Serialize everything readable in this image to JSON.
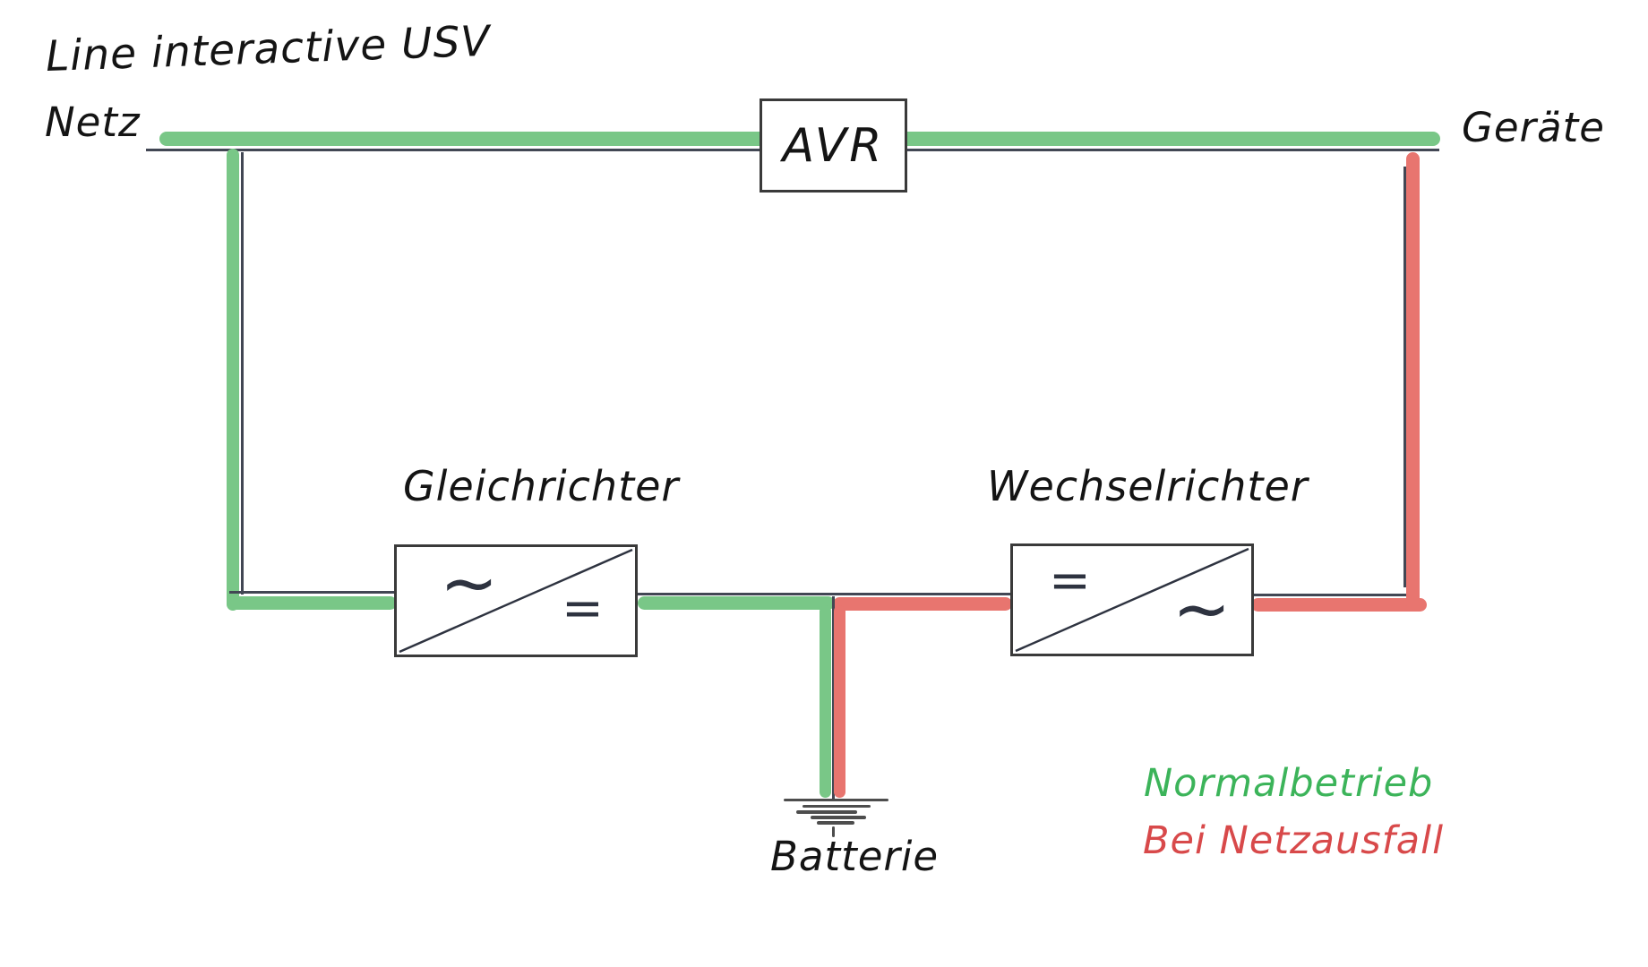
{
  "title": "Line interactive USV",
  "labels": {
    "netz": "Netz",
    "geraete": "Geräte",
    "avr": "AVR",
    "gleichrichter": "Gleichrichter",
    "wechselrichter": "Wechselrichter",
    "batterie": "Batterie"
  },
  "symbols": {
    "ac": "~",
    "dc": "="
  },
  "legend": {
    "normal": {
      "label": "Normalbetrieb",
      "color": "#3cb45a"
    },
    "failure": {
      "label": "Bei Netzausfall",
      "color": "#d8494a"
    }
  },
  "colors": {
    "normal_path": "#79c787",
    "failure_path": "#e8756f",
    "wire": "#424754",
    "box_border": "#3a3a3a",
    "text": "#141414"
  }
}
